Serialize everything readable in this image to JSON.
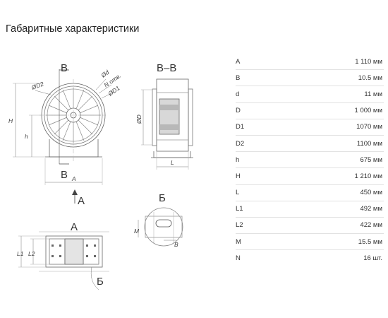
{
  "title": "Габаритные характеристики",
  "specs": [
    {
      "label": "A",
      "value": "1 110 мм"
    },
    {
      "label": "B",
      "value": "10.5 мм"
    },
    {
      "label": "d",
      "value": "11 мм"
    },
    {
      "label": "D",
      "value": "1 000 мм"
    },
    {
      "label": "D1",
      "value": "1070 мм"
    },
    {
      "label": "D2",
      "value": "1100 мм"
    },
    {
      "label": "h",
      "value": "675 мм"
    },
    {
      "label": "H",
      "value": "1 210 мм"
    },
    {
      "label": "L",
      "value": "450 мм"
    },
    {
      "label": "L1",
      "value": "492 мм"
    },
    {
      "label": "L2",
      "value": "422 мм"
    },
    {
      "label": "M",
      "value": "15.5 мм"
    },
    {
      "label": "N",
      "value": "16 шт."
    }
  ],
  "drawing": {
    "section_b": "B",
    "section_bb": "B–B",
    "view_a": "A",
    "view_b_cyr": "Б",
    "dim_H": "H",
    "dim_h": "h",
    "dim_A": "A",
    "dim_L": "L",
    "dim_L1": "L1",
    "dim_L2": "L2",
    "dim_M": "M",
    "dim_B": "B",
    "dim_D2": "ØD2",
    "dim_d": "Ød",
    "dim_N": "N отв.",
    "dim_D1": "ØD1",
    "dim_D": "ØD"
  }
}
